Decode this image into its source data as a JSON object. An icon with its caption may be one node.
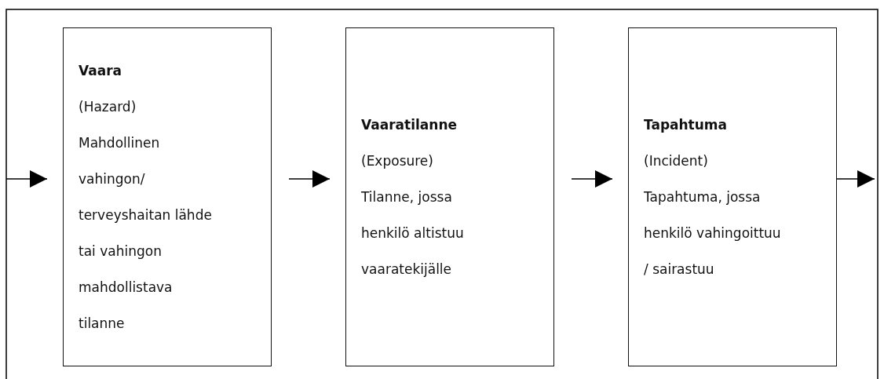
{
  "diagram": {
    "nodes": [
      {
        "text": [
          "Vaara",
          "(Hazard)",
          "Mahdollinen vahingon/ terveyshaitan lähde tai vahingon mahdollistava tilanne"
        ]
      },
      {
        "text": [
          "Vaaratilanne",
          "(Exposure)",
          "Tilanne, jossa henkilö altistuu vaaratekijälle"
        ]
      },
      {
        "text": [
          "Tapahtuma",
          "(Incident)",
          "Tapahtuma, jossa henkilö vahingoittuu / sairastuu"
        ]
      }
    ],
    "edges": [
      {
        "from": null,
        "to": 0,
        "arrow": "to"
      },
      {
        "from": 0,
        "to": 1,
        "arrow": "to"
      },
      {
        "from": 1,
        "to": 2,
        "arrow": "to"
      },
      {
        "from": 2,
        "to": null,
        "arrow": "to"
      }
    ]
  }
}
